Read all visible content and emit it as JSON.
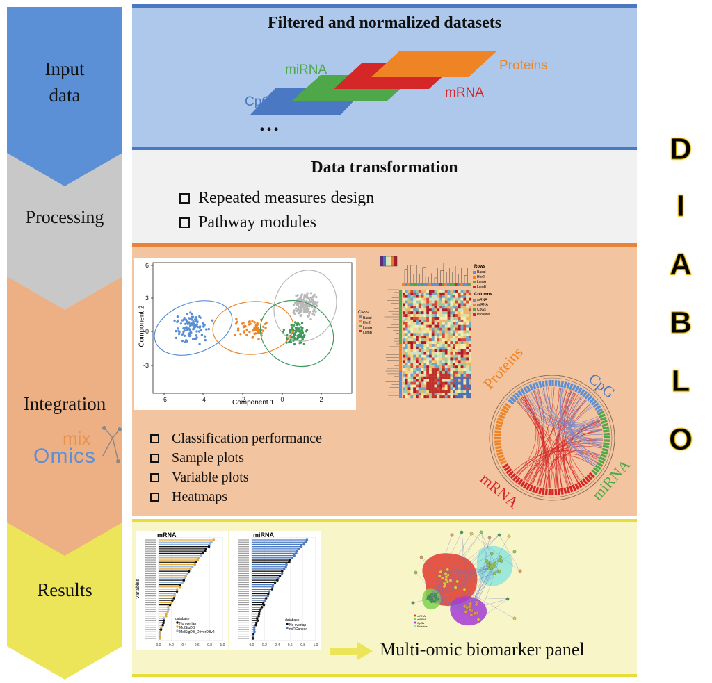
{
  "steps": [
    {
      "label": "Input\ndata",
      "color": "#5b8fd6"
    },
    {
      "label": "Processing",
      "color": "#c8c8c8"
    },
    {
      "label": "Integration",
      "color": "#edb084"
    },
    {
      "label": "Results",
      "color": "#ece55a"
    }
  ],
  "mixomics": {
    "mix": "mix",
    "omics": "Omics"
  },
  "input_panel": {
    "title": "Filtered and normalized datasets",
    "layers": {
      "cpg": "CpGs",
      "mirna": "miRNA",
      "mrna": "mRNA",
      "proteins": "Proteins"
    },
    "ellipsis": "…"
  },
  "processing_panel": {
    "title": "Data transformation",
    "items": [
      "Repeated measures design",
      "Pathway modules"
    ]
  },
  "integration_panel": {
    "items": [
      "Classification performance",
      "Sample plots",
      "Variable plots",
      "Heatmaps"
    ],
    "scatter": {
      "xlabel": "Component 1",
      "ylabel": "Component 2",
      "xticks": [
        "-6",
        "-4",
        "-2",
        "0",
        "2"
      ],
      "yticks": [
        "6",
        "3",
        "0",
        "-3"
      ]
    },
    "heatmap": {
      "class_legend_title": "Class",
      "classes": [
        "Basal",
        "Her2",
        "LumA",
        "LumB"
      ],
      "rows_title": "Rows",
      "rows": [
        "Basal",
        "Her2",
        "LumA",
        "LumB"
      ],
      "columns_title": "Columns",
      "columns": [
        "mRNA",
        "miRNA",
        "CpGs",
        "Proteins"
      ]
    },
    "circos": {
      "proteins": "Proteins",
      "cpg": "CpG",
      "mirna": "miRNA",
      "mrna": "mRNA"
    }
  },
  "results_panel": {
    "mrna_chart": {
      "title": "mRNA",
      "ylabel": "Variables",
      "xticks": [
        "0.0",
        "0.2",
        "0.4",
        "0.6",
        "0.8",
        "1.0"
      ],
      "legend_title": "database",
      "legend": [
        "No overlap",
        "MolSigDB",
        "MolSigDB_DriverDBv2"
      ]
    },
    "mirna_chart": {
      "title": "miRNA",
      "xticks": [
        "0.0",
        "0.2",
        "0.4",
        "0.6",
        "0.8",
        "1.0"
      ],
      "legend_title": "database",
      "legend": [
        "No overlap",
        "miRCancer"
      ]
    },
    "network_legend": [
      "mRNA",
      "miRNA",
      "CpGs",
      "Proteins"
    ],
    "caption": "Multi-omic biomarker panel"
  },
  "diablo_letters": [
    "D",
    "I",
    "A",
    "B",
    "L",
    "O"
  ],
  "colors": {
    "input_panel": "#adc8ea",
    "processing_panel": "#f1f1f1",
    "integration_panel": "#f2c49f",
    "results_panel": "#f8f5c9",
    "blue": "#4a78c2",
    "green": "#4ea84a",
    "red": "#d62728",
    "orange": "#ee8424",
    "diablo": "#f5c400"
  }
}
